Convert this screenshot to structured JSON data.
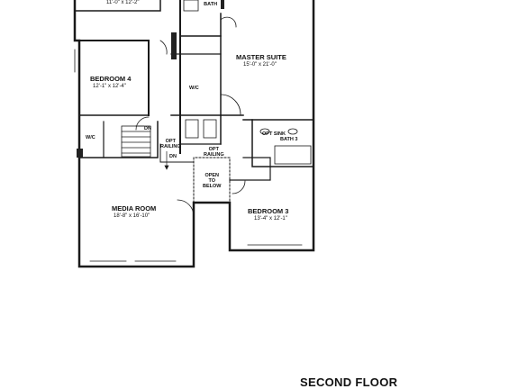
{
  "rooms": {
    "top_room_dims": "11'-0\" x 12'-2\"",
    "master_bath": "MASTER\nBATH",
    "master_suite": {
      "name": "MASTER SUITE",
      "dims": "15'-0\" x 21'-0\""
    },
    "bedroom4": {
      "name": "BEDROOM 4",
      "dims": "12'-1\" x 12'-4\""
    },
    "bedroom3": {
      "name": "BEDROOM 3",
      "dims": "13'-4\" x 12'-1\""
    },
    "media_room": {
      "name": "MEDIA ROOM",
      "dims": "18'-8\" x 16'-10\""
    },
    "bath3": "BATH 3"
  },
  "notes": {
    "wic_1": "W/C",
    "wic_2": "W/C",
    "dn_1": "DN",
    "dn_2": "DN",
    "opt_railing_1": "OPT\nRAILING",
    "opt_railing_2": "OPT\nRAILING",
    "opt_sink": "OPT SINK",
    "open_below": "OPEN\nTO\nBELOW"
  },
  "footer": {
    "floor_title": "SECOND FLOOR"
  }
}
